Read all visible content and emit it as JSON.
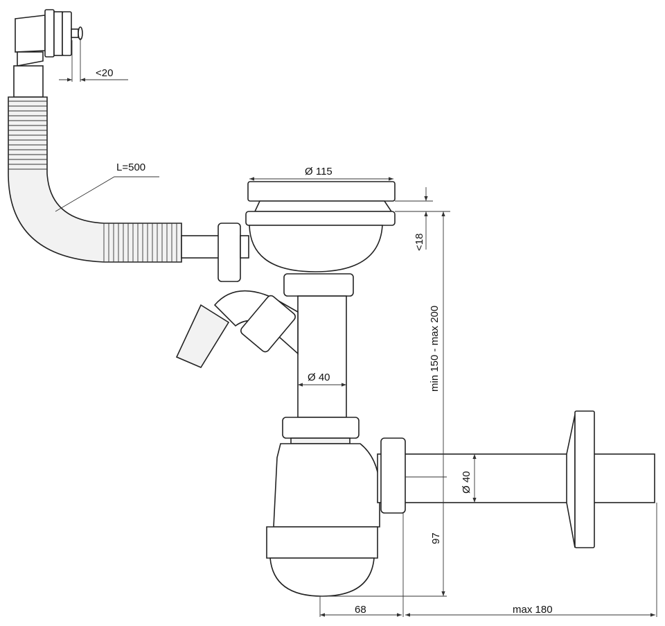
{
  "dimensions": {
    "overflow_gap": "<20",
    "hose_length": "L=500",
    "strainer_diameter": "Ø 115",
    "strainer_height": "<18",
    "height_range": "min 150 - max 200",
    "pipe_diameter": "Ø 40",
    "outlet_diameter": "Ø 40",
    "outlet_height": "97",
    "trap_offset": "68",
    "outlet_length": "max 180"
  }
}
